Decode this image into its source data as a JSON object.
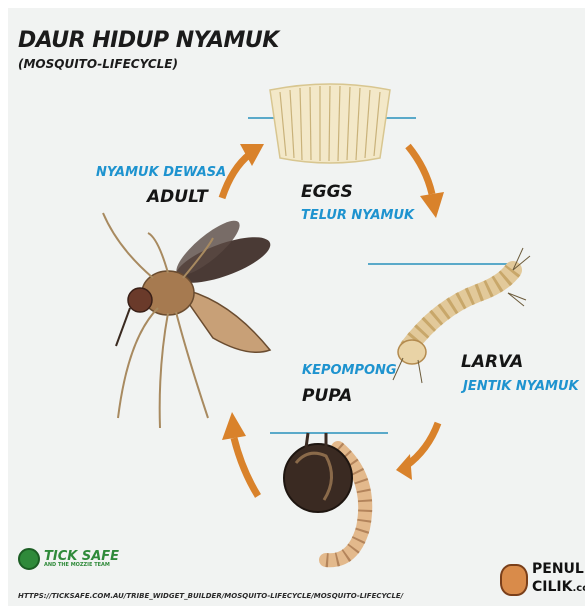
{
  "diagram": {
    "title": "DAUR HIDUP NYAMUK",
    "subtitle": "(MOSQUITO-LIFECYCLE)",
    "stages": [
      {
        "name": "EGGS",
        "local_name": "TELUR NYAMUK"
      },
      {
        "name": "LARVA",
        "local_name": "JENTIK NYAMUK"
      },
      {
        "name": "PUPA",
        "local_name": "KEPOMPONG"
      },
      {
        "name": "ADULT",
        "local_name": "NYAMUK DEWASA"
      }
    ]
  },
  "footer": {
    "logo_name": "TICK SAFE",
    "logo_tagline": "AND THE MOZZIE TEAM",
    "url": "HTTPS://TICKSAFE.COM.AU/TRIBE_WIDGET_BUILDER/MOSQUITO-LIFECYCLE/MOSQUITO-LIFECYCLE/",
    "brand_line1": "PENULIS",
    "brand_line2": "CILIK",
    "brand_suffix": ".com"
  },
  "colors": {
    "background": "#f1f3f2",
    "accent_blue": "#1e93cf",
    "arrow": "#d9822b",
    "water": "#5aa9c9",
    "logo_green": "#2f8a3a"
  }
}
